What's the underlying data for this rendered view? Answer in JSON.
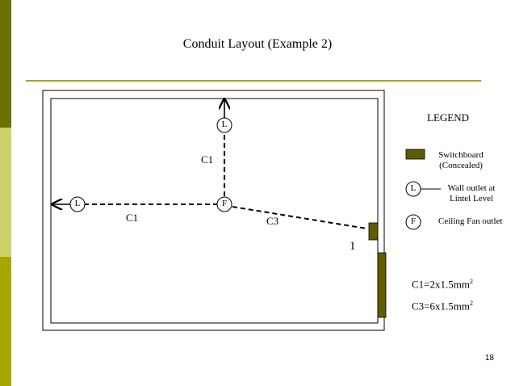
{
  "title": "Conduit Layout (Example 2)",
  "diagram": {
    "outlet_top": "L",
    "outlet_left": "L",
    "fan": "F",
    "label_c1_vertical": "C1",
    "label_c1_horizontal": "C1",
    "label_c3": "C3",
    "board_number": "1"
  },
  "legend": {
    "heading": "LEGEND",
    "switchboard_line1": "Switchboard",
    "switchboard_line2": "(Concealed)",
    "wall_outlet_symbol": "L",
    "wall_outlet_line1": "Wall outlet at",
    "wall_outlet_line2": "Lintel Level",
    "fan_symbol": "F",
    "fan_label": "Ceiling Fan outlet",
    "c1_spec": "C1=2x1.5mm",
    "c1_sup": "2",
    "c3_spec": "C3=6x1.5mm",
    "c3_sup": "2"
  },
  "page_number": "18",
  "colors": {
    "switchboard": "#5f5d00",
    "sidebar_dark": "#6b7000",
    "sidebar_light": "#cfd06a",
    "sidebar_mid": "#a6a800",
    "rule": "#a8a41a"
  }
}
